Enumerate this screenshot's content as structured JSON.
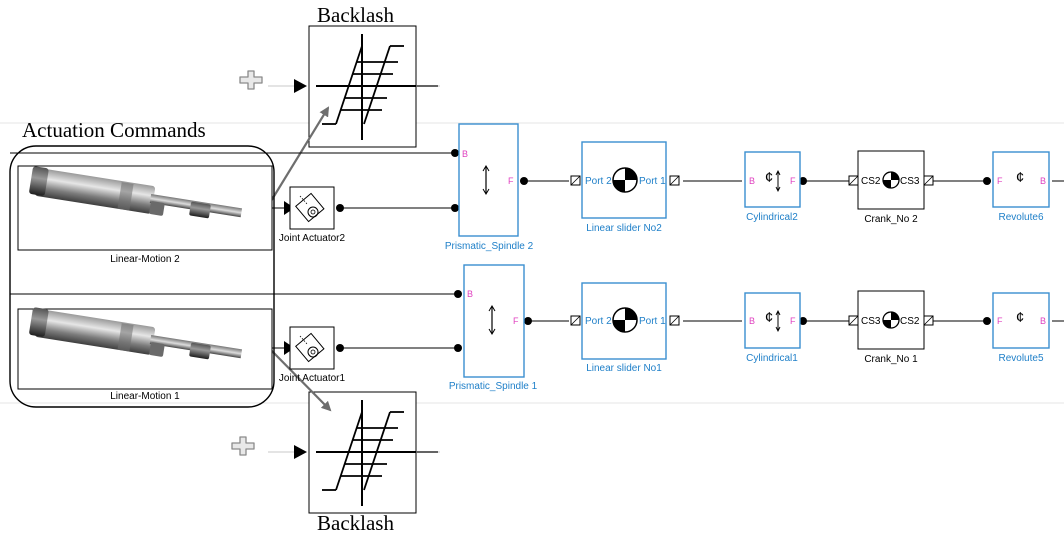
{
  "colors": {
    "block_stroke": "#3a8fd0",
    "block_label": "#1e7fc8",
    "port_label": "#e040c0",
    "wire": "#000000",
    "arrow": "#6e6e6e",
    "group_border": "#000000"
  },
  "annotations": {
    "actuation_commands": "Actuation Commands",
    "backlash_top": "Backlash",
    "backlash_bottom": "Backlash"
  },
  "actuators": {
    "top_label": "Linear-Motion 2",
    "bottom_label": "Linear-Motion 1"
  },
  "joint_actuators": {
    "top_label": "Joint Actuator2",
    "bottom_label": "Joint Actuator1"
  },
  "row_top": {
    "prismatic": {
      "label": "Prismatic_Spindle 2",
      "port_b": "B",
      "port_f": "F"
    },
    "slider": {
      "label": "Linear slider No2",
      "port_left": "Port 2",
      "port_right": "Port 1"
    },
    "cylindrical": {
      "label": "Cylindrical2",
      "port_b": "B",
      "port_f": "F"
    },
    "crank": {
      "label": "Crank_No 2",
      "port_left": "CS2",
      "port_right": "CS3"
    },
    "revolute": {
      "label": "Revolute6",
      "port_f": "F",
      "port_b": "B"
    }
  },
  "row_bottom": {
    "prismatic": {
      "label": "Prismatic_Spindle 1",
      "port_b": "B",
      "port_f": "F"
    },
    "slider": {
      "label": "Linear slider No1",
      "port_left": "Port 2",
      "port_right": "Port 1"
    },
    "cylindrical": {
      "label": "Cylindrical1",
      "port_b": "B",
      "port_f": "F"
    },
    "crank": {
      "label": "Crank_No 1",
      "port_left": "CS3",
      "port_right": "CS2"
    },
    "revolute": {
      "label": "Revolute5",
      "port_f": "F",
      "port_b": "B"
    }
  },
  "joint_glyph": "¢"
}
